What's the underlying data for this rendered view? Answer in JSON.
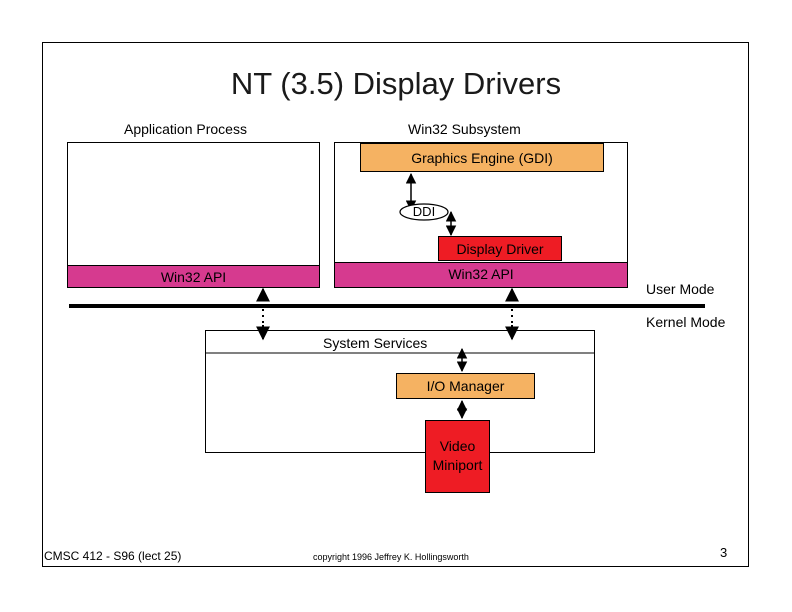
{
  "title": "NT (3.5) Display Drivers",
  "app_process": {
    "label": "Application Process",
    "api_label": "Win32 API"
  },
  "win32_subsystem": {
    "label": "Win32 Subsystem",
    "gdi_label": "Graphics Engine (GDI)",
    "ddi_label": "DDI",
    "display_driver_label": "Display Driver",
    "api_label": "Win32 API"
  },
  "mode_labels": {
    "user": "User Mode",
    "kernel": "Kernel Mode"
  },
  "system_services": {
    "label": "System Services",
    "io_manager_label": "I/O Manager",
    "video_miniport_label_line1": "Video",
    "video_miniport_label_line2": "Miniport"
  },
  "footer": {
    "course": "CMSC 412 - S96  (lect 25)",
    "copyright": "copyright 1996  Jeffrey K. Hollingsworth",
    "page_number": "3"
  },
  "colors": {
    "api": "#d63a8f",
    "gdi": "#f5b262",
    "driver": "#ee1c24"
  }
}
